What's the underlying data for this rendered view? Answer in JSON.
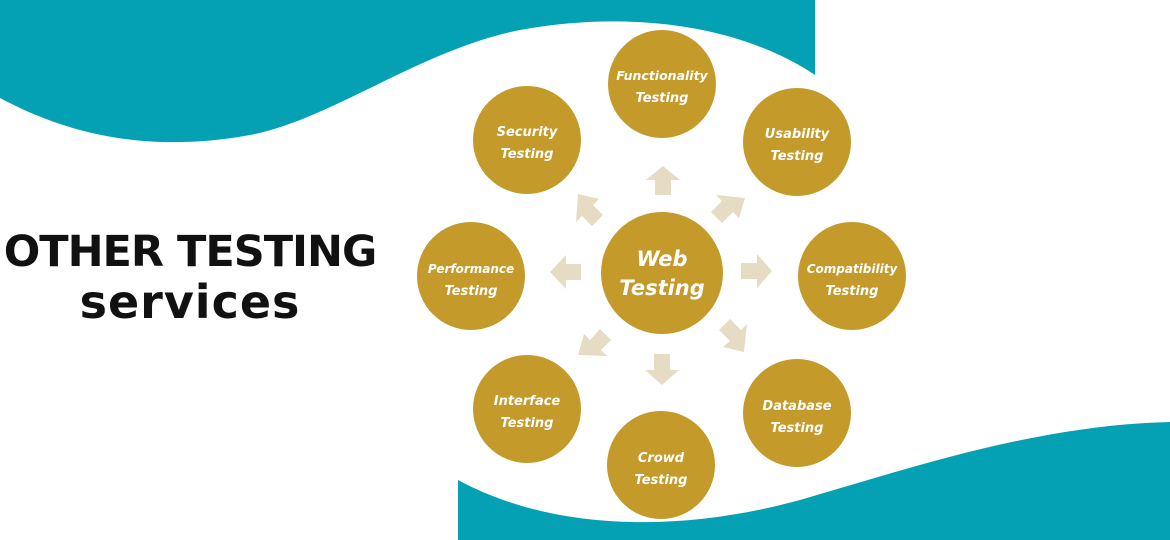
{
  "headline": {
    "line1": "OTHER TESTING",
    "line2": "services"
  },
  "diagram": {
    "center": {
      "line1": "Web",
      "line2": "Testing"
    },
    "nodes": [
      {
        "id": "functionality",
        "line1": "Functionality",
        "line2": "Testing"
      },
      {
        "id": "usability",
        "line1": "Usability",
        "line2": "Testing"
      },
      {
        "id": "compatibility",
        "line1": "Compatibility",
        "line2": "Testing"
      },
      {
        "id": "database",
        "line1": "Database",
        "line2": "Testing"
      },
      {
        "id": "crowd",
        "line1": "Crowd",
        "line2": "Testing"
      },
      {
        "id": "interface",
        "line1": "Interface",
        "line2": "Testing"
      },
      {
        "id": "performance",
        "line1": "Performance",
        "line2": "Testing"
      },
      {
        "id": "security",
        "line1": "Security",
        "line2": "Testing"
      }
    ]
  },
  "colors": {
    "teal": "#04a1b4",
    "node_gold": "#c49a2b",
    "arrow_beige": "#e6dcc4",
    "text_dark": "#111111"
  }
}
